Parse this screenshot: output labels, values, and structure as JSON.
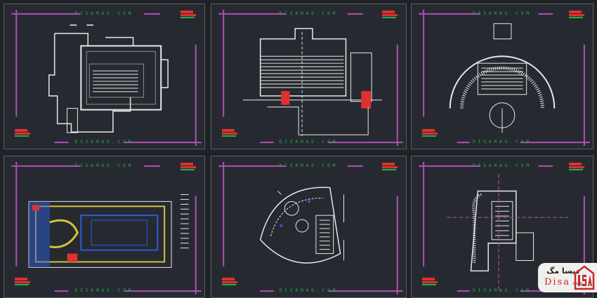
{
  "watermark": "DISAMAG.COM",
  "logo": {
    "arabic": "دیسا مگ",
    "name": "Disa",
    "suffix": "mag"
  },
  "colors": {
    "background": "#262a30",
    "border": "#5a5e63",
    "magenta": "#b04fb8",
    "watermark": "#1fb34a",
    "lines": "#e8e8e8",
    "red": "#e03030",
    "blue": "#2e5bd6"
  }
}
